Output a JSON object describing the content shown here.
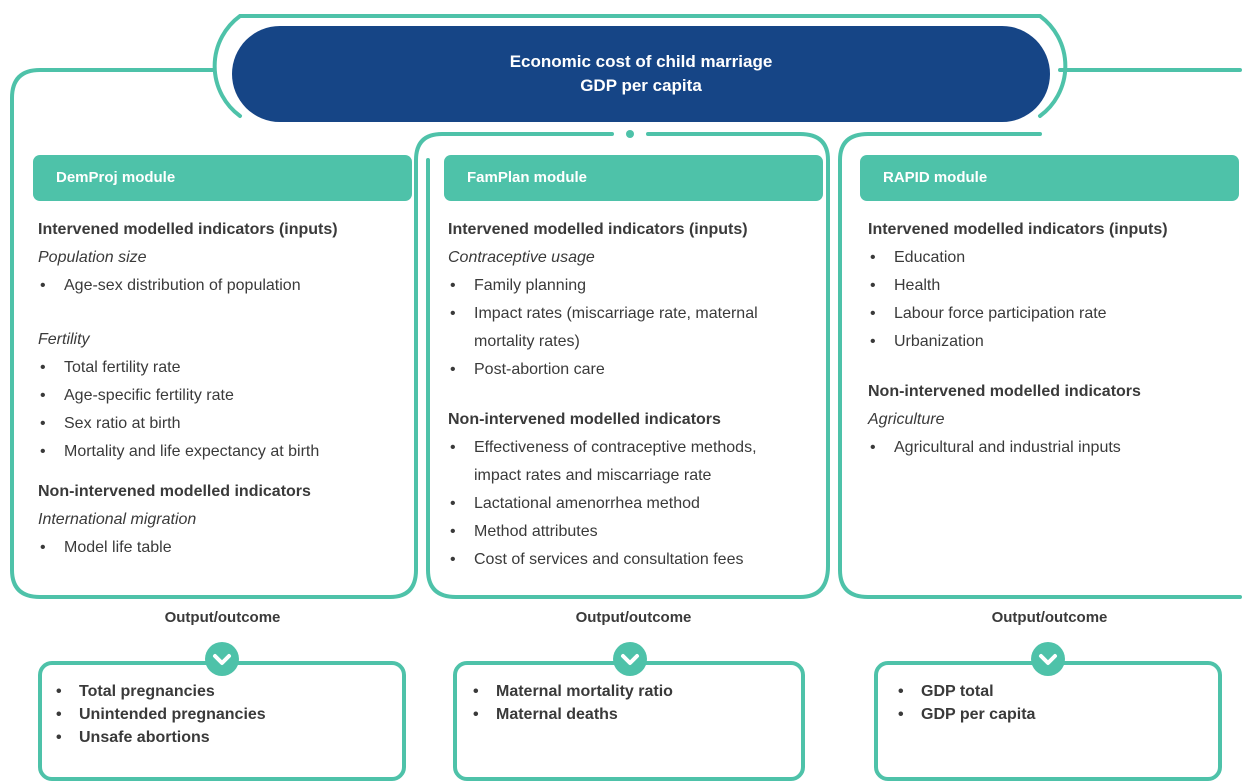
{
  "title": {
    "line1": "Economic cost of child marriage",
    "line2": "GDP per capita"
  },
  "colors": {
    "navy": "#164586",
    "teal": "#4ec2a9",
    "text": "#3a3a3a"
  },
  "modules": [
    {
      "name": "DemProj module",
      "inputs_heading": "Intervened modelled indicators (inputs)",
      "inputs_groups": [
        {
          "category": "Population size",
          "items": [
            "Age-sex distribution of population"
          ]
        },
        {
          "category": "Fertility",
          "items": [
            "Total fertility rate",
            "Age-specific fertility rate",
            "Sex ratio at birth",
            "Mortality and life expectancy at birth"
          ]
        }
      ],
      "noninput_heading": "Non-intervened modelled indicators",
      "noninput_category": "International migration",
      "noninput_items": [
        "Model life table"
      ],
      "output_label": "Output/outcome",
      "outputs": [
        "Total pregnancies",
        "Unintended pregnancies",
        "Unsafe abortions"
      ]
    },
    {
      "name": "FamPlan module",
      "inputs_heading": "Intervened modelled indicators (inputs)",
      "inputs_category": "Contraceptive usage",
      "inputs_items": [
        "Family planning",
        "Impact rates (miscarriage rate, maternal",
        "Post-abortion care"
      ],
      "inputs_item2_line2": "mortality rates)",
      "noninput_heading": "Non-intervened modelled indicators",
      "noninput_items": [
        "Effectiveness of contraceptive methods,",
        "Lactational amenorrhea method",
        "Method attributes",
        "Cost of services and consultation fees"
      ],
      "noninput_item1_line2": "impact rates and miscarriage rate",
      "output_label": "Output/outcome",
      "outputs": [
        "Maternal mortality ratio",
        "Maternal deaths"
      ]
    },
    {
      "name": "RAPID module",
      "inputs_heading": "Intervened modelled indicators (inputs)",
      "inputs_items": [
        "Education",
        "Health",
        "Labour force participation rate",
        "Urbanization"
      ],
      "noninput_heading": "Non-intervened modelled indicators",
      "noninput_category": "Agriculture",
      "noninput_items": [
        "Agricultural and industrial inputs"
      ],
      "output_label": "Output/outcome",
      "outputs": [
        "GDP total",
        "GDP per capita"
      ]
    }
  ]
}
